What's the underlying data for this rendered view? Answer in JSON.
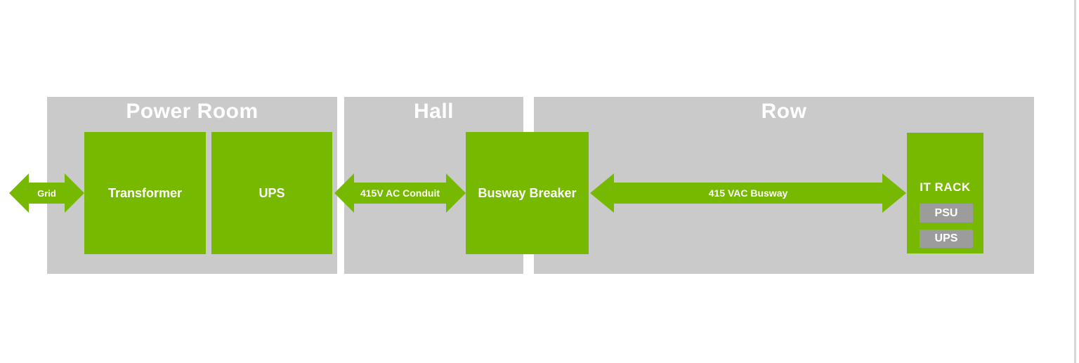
{
  "sections": {
    "power_room": "Power Room",
    "hall": "Hall",
    "row": "Row"
  },
  "nodes": {
    "transformer": "Transformer",
    "ups": "UPS",
    "busway_breaker": "Busway Breaker",
    "it_rack": "IT RACK",
    "psu": "PSU",
    "rack_ups": "UPS"
  },
  "connections": {
    "grid": "Grid",
    "conduit": "415V AC Conduit",
    "busway": "415 VAC Busway"
  },
  "colors": {
    "green": "#76B900",
    "panel": "#CACACA",
    "module": "#9C9C9C",
    "label_text": "#FFFFFF",
    "edge_line": "#D8D8D8"
  }
}
